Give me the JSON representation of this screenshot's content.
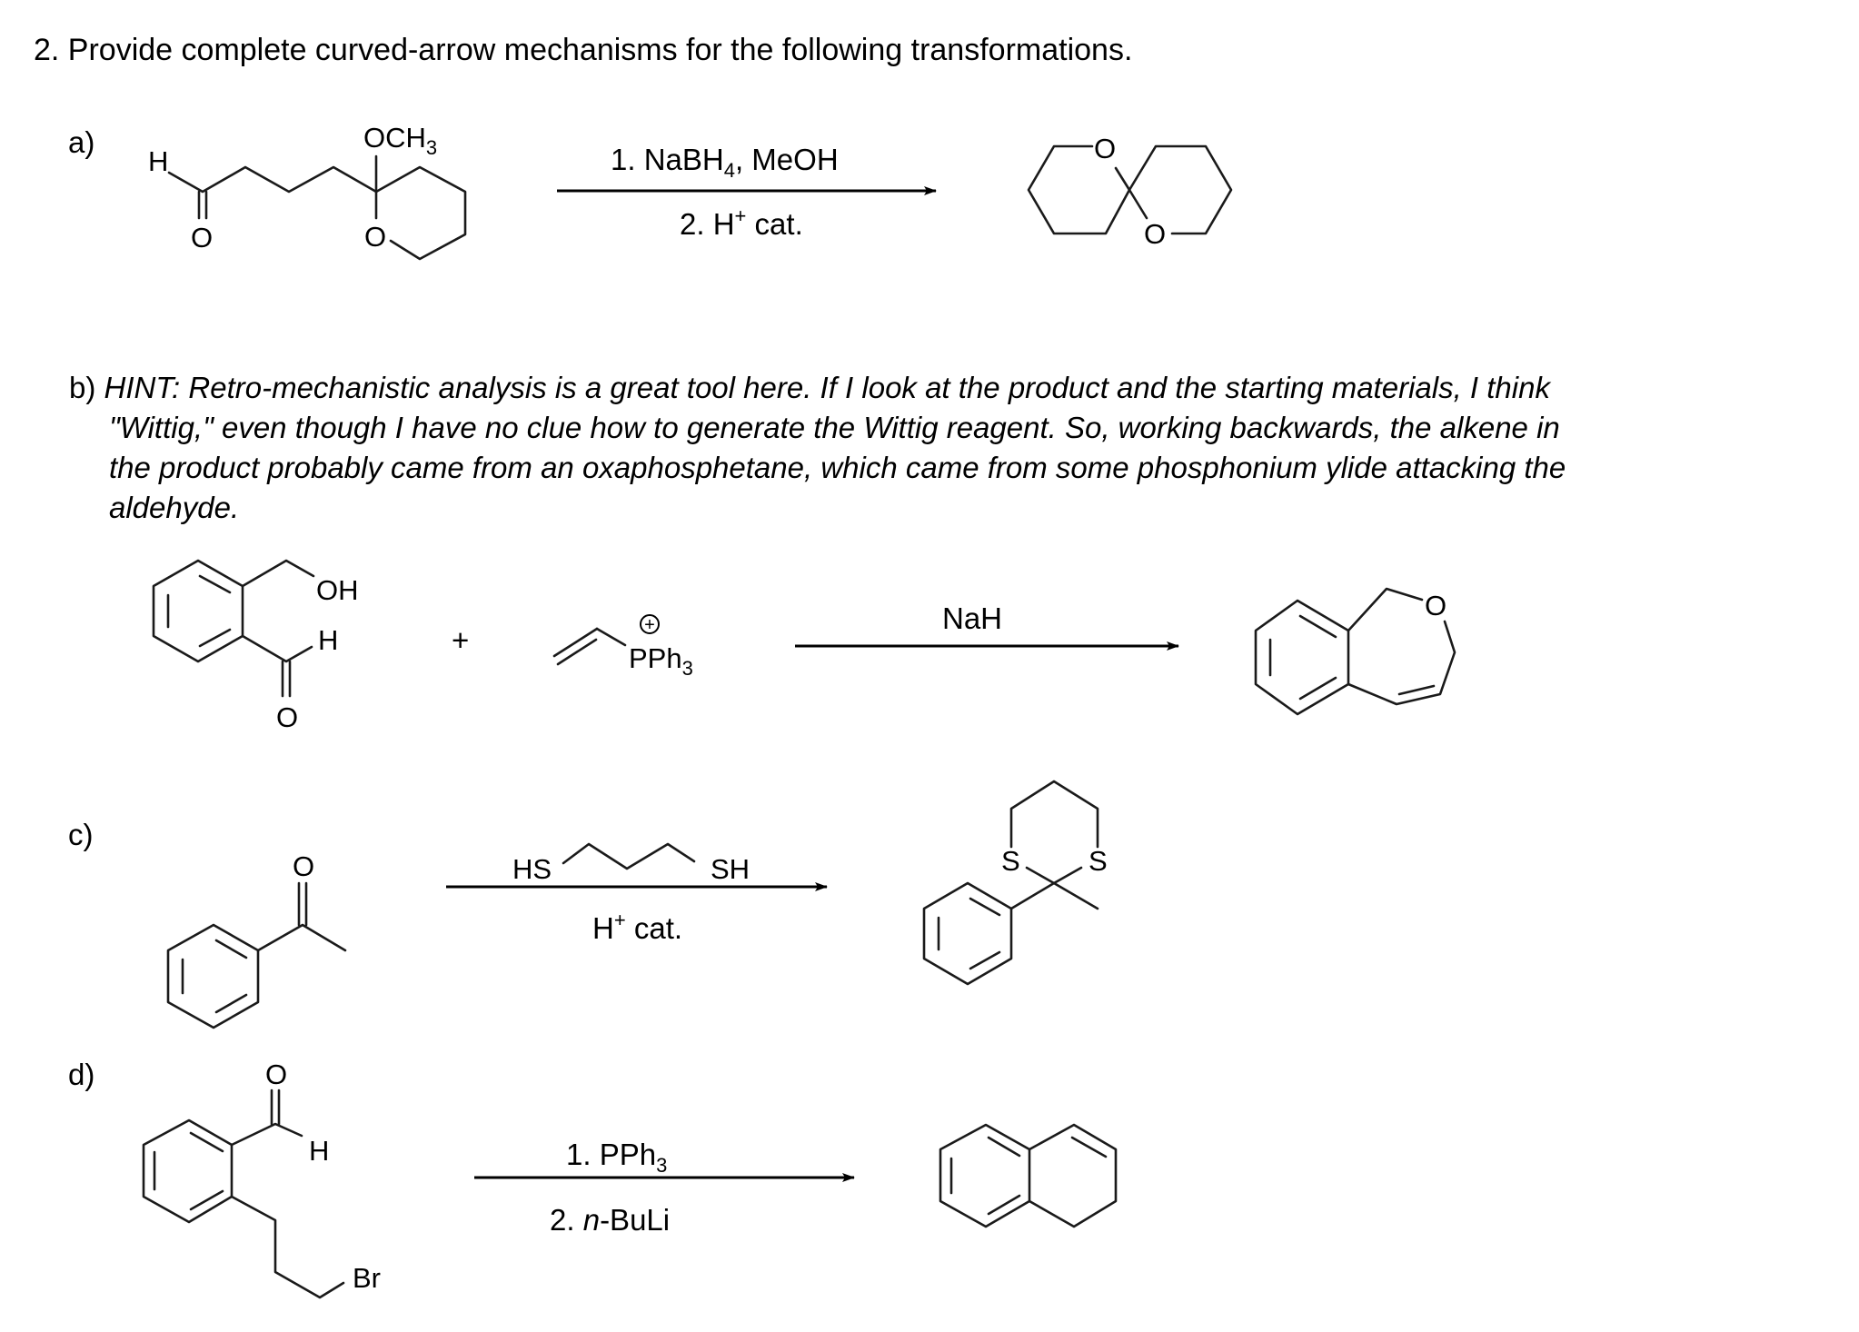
{
  "question": {
    "number": "2.",
    "title": "2. Provide complete curved-arrow mechanisms for the following transformations."
  },
  "parts": {
    "a": {
      "label": "a)",
      "reactant": {
        "atoms": {
          "H": "H",
          "O_carbonyl": "O",
          "OCH3_main": "OCH",
          "OCH3_sub": "3",
          "O_ring": "O"
        }
      },
      "reagents": {
        "step1_main": "1. NaBH",
        "step1_sub": "4",
        "step1_rest": ", MeOH",
        "step2_main": "2. H",
        "step2_sup": "+",
        "step2_rest": " cat."
      },
      "product": {
        "atoms": {
          "O_top": "O",
          "O_bottom": "O"
        }
      }
    },
    "b": {
      "label": "b)",
      "hint_lead": "HINT: Retro-mechanistic analysis is a great tool here. If I look at the product and the starting materials, I think",
      "hint_lines": [
        "\"Wittig,\" even though I have no clue how to generate the Wittig reagent. So, working backwards, the alkene in",
        "the product probably came from an oxaphosphetane, which came from some phosphonium ylide attacking the",
        "aldehyde."
      ],
      "reactant1": {
        "atoms": {
          "OH": "OH",
          "H": "H",
          "O": "O"
        }
      },
      "plus": "+",
      "reactant2": {
        "charge": "+",
        "P_main": "PPh",
        "P_sub": "3"
      },
      "reagents": {
        "step1": "NaH"
      },
      "product": {
        "atoms": {
          "O": "O"
        }
      }
    },
    "c": {
      "label": "c)",
      "reactant": {
        "atoms": {
          "O": "O"
        }
      },
      "reagents": {
        "above_HS": "HS",
        "above_SH": "SH",
        "below_main": "H",
        "below_sup": "+",
        "below_rest": " cat."
      },
      "product": {
        "atoms": {
          "S1": "S",
          "S2": "S"
        }
      }
    },
    "d": {
      "label": "d)",
      "reactant": {
        "atoms": {
          "O": "O",
          "H": "H",
          "Br": "Br"
        }
      },
      "reagents": {
        "step1_main": "1. PPh",
        "step1_sub": "3",
        "step2_num": "2. ",
        "step2_italic": "n",
        "step2_rest": "-BuLi"
      }
    }
  }
}
